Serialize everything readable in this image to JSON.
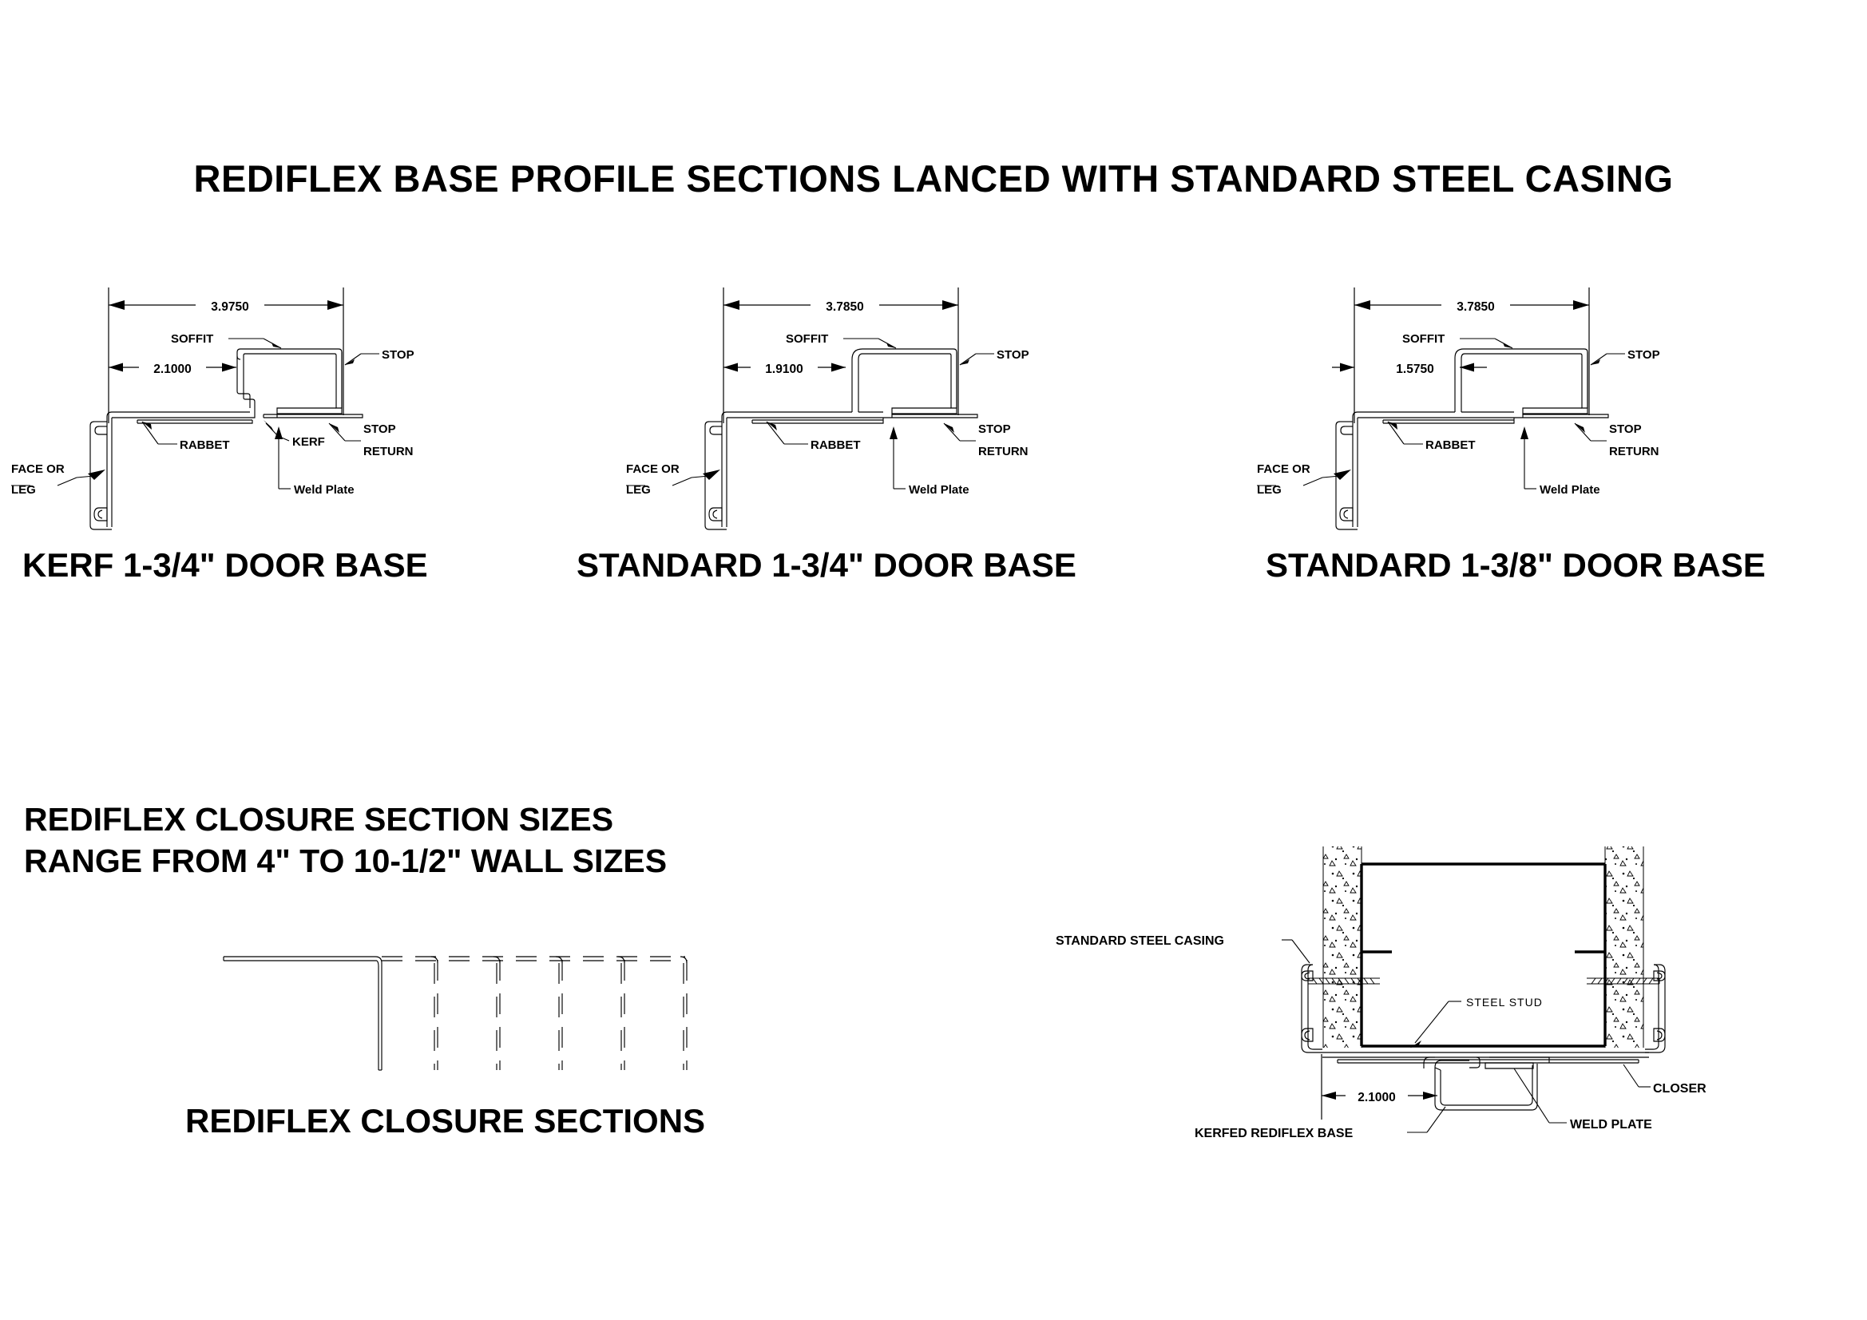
{
  "title": "REDIFLEX BASE  PROFILE SECTIONS LANCED WITH STANDARD STEEL CASING",
  "profiles": [
    {
      "caption": "KERF 1-3/4\" DOOR BASE",
      "overall_dim": "3.9750",
      "inner_dim": "2.1000",
      "labels": {
        "soffit": "SOFFIT",
        "stop": "STOP",
        "stop_return": "STOP",
        "stop_return2": "RETURN",
        "rabbet": "RABBET",
        "kerf": "KERF",
        "weld_plate": "Weld Plate",
        "face_or": "FACE OR",
        "leg": "LEG"
      }
    },
    {
      "caption": "STANDARD 1-3/4\" DOOR BASE",
      "overall_dim": "3.7850",
      "inner_dim": "1.9100",
      "labels": {
        "soffit": "SOFFIT",
        "stop": "STOP",
        "stop_return": "STOP",
        "stop_return2": "RETURN",
        "rabbet": "RABBET",
        "kerf": "",
        "weld_plate": "Weld Plate",
        "face_or": "FACE OR",
        "leg": "LEG"
      }
    },
    {
      "caption": "STANDARD 1-3/8\" DOOR BASE",
      "overall_dim": "3.7850",
      "inner_dim": "1.5750",
      "labels": {
        "soffit": "SOFFIT",
        "stop": "STOP",
        "stop_return": "STOP",
        "stop_return2": "RETURN",
        "rabbet": "RABBET",
        "kerf": "",
        "weld_plate": "Weld Plate",
        "face_or": "FACE OR",
        "leg": "LEG"
      }
    }
  ],
  "closure": {
    "note_line1": "REDIFLEX CLOSURE SECTION SIZES",
    "note_line2": "RANGE FROM 4\" TO 10-1/2\" WALL SIZES",
    "caption": "REDIFLEX CLOSURE SECTIONS",
    "leg_count": 6
  },
  "assembly": {
    "labels": {
      "standard_steel_casing": "STANDARD STEEL CASING",
      "steel_stud": "STEEL  STUD",
      "closer": "CLOSER",
      "kerfed_rediflex_base": "KERFED REDIFLEX BASE",
      "weld_plate": "WELD PLATE"
    },
    "dimension": "2.1000"
  },
  "colors": {
    "line": "#000000",
    "background": "#ffffff"
  }
}
